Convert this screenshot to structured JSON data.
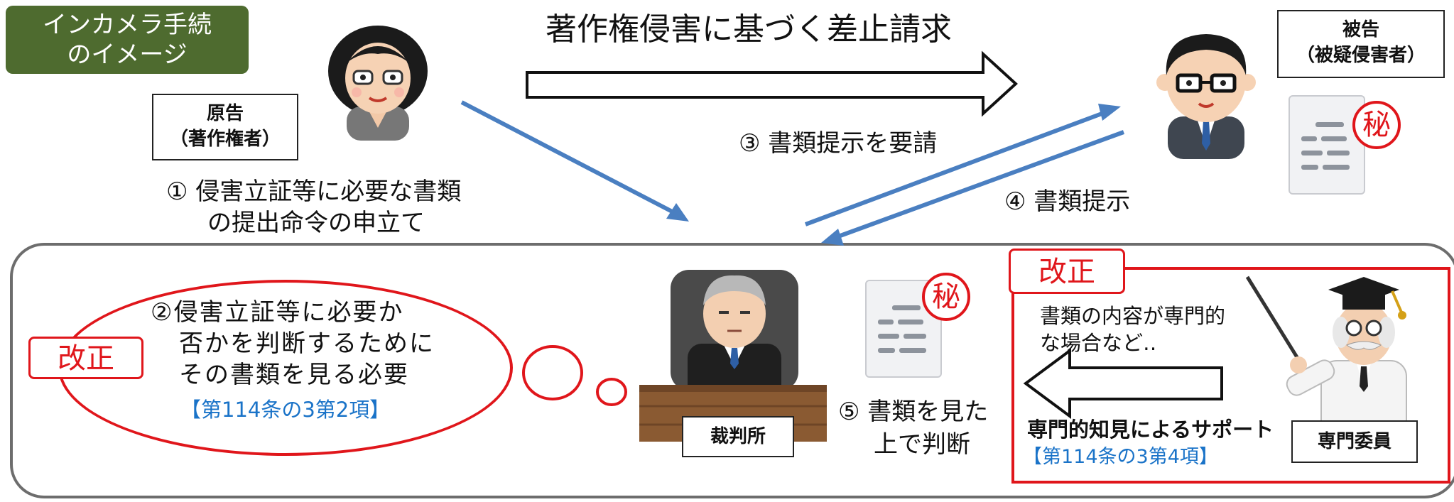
{
  "title_badge": {
    "line1": "インカメラ手続",
    "line2": "のイメージ"
  },
  "main_arrow_label": "著作権侵害に基づく差止請求",
  "plaintiff": {
    "line1": "原告",
    "line2": "（著作権者）"
  },
  "defendant": {
    "line1": "被告",
    "line2": "（被疑侵害者）"
  },
  "court": {
    "label": "裁判所"
  },
  "expert": {
    "label": "専門委員"
  },
  "steps": {
    "step1_line1": "① 侵害立証等に必要な書類",
    "step1_line2": "の提出命令の申立て",
    "step2_line1": "②侵害立証等に必要か",
    "step2_line2": "否かを判断するために",
    "step2_line3": "その書類を見る必要",
    "step2_ref": "【第114条の3第2項】",
    "step3": "③ 書類提示を要請",
    "step4": "④ 書類提示",
    "step5_line1": "⑤ 書類を見た",
    "step5_line2": "上で判断"
  },
  "amendment_label": "改正",
  "secret_mark": "秘",
  "expert_note": {
    "line1": "書類の内容が専門的",
    "line2": "な場合など‥",
    "support": "専門的知見によるサポート",
    "ref": "【第114条の3第4項】"
  },
  "colors": {
    "amendment": "#e0161b",
    "arrow": "#4a7fc1",
    "badge": "#4e6b2f",
    "reference": "#1a73c8",
    "court_frame": "#6d6d6d"
  },
  "icons": [
    "plaintiff-woman-icon",
    "defendant-man-icon",
    "judge-icon",
    "expert-professor-icon",
    "document-icon"
  ]
}
